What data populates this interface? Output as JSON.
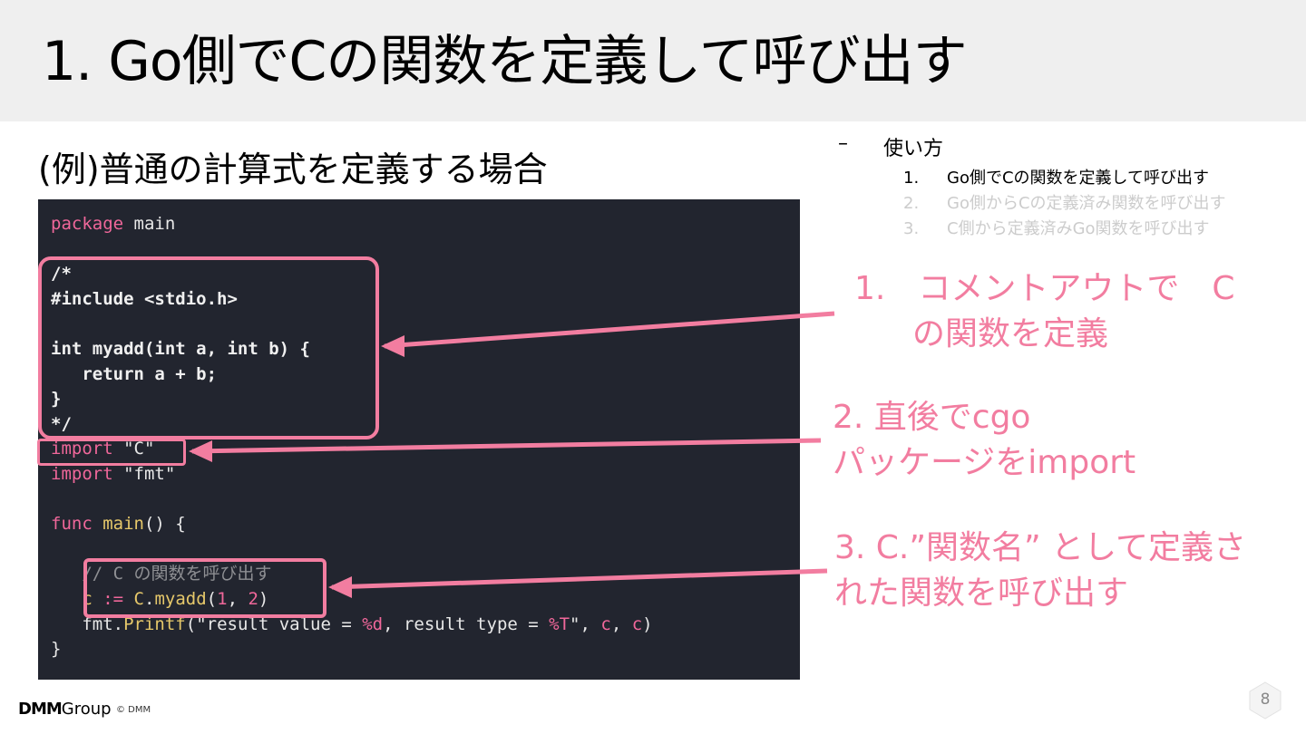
{
  "slide": {
    "title": "1. Go側でCの関数を定義して呼び出す",
    "subtitle": "(例)普通の計算式を定義する場合",
    "page_number": "8"
  },
  "usage": {
    "bullet": "–",
    "heading": "使い方",
    "items": [
      {
        "num": "1.",
        "label": "Go側でCの関数を定義して呼び出す",
        "active": true
      },
      {
        "num": "2.",
        "label": "Go側からCの定義済み関数を呼び出す",
        "active": false
      },
      {
        "num": "3.",
        "label": "C側から定義済みGo関数を呼び出す",
        "active": false
      }
    ]
  },
  "code": {
    "l1_kw": "package",
    "l1_rest": " main",
    "l3": "/*",
    "l4": "#include <stdio.h>",
    "l6": "int myadd(int a, int b) {",
    "l7": "   return a + b;",
    "l8": "}",
    "l9": "*/",
    "l10_kw": "import",
    "l10_str": " \"C\"",
    "l11_kw": "import",
    "l11_str": " \"fmt\"",
    "l13_kw": "func",
    "l13_fn": " main",
    "l13_rest": "() {",
    "l15_cm": "// C の関数を呼び出す",
    "l16_a": "c",
    "l16_b": " := ",
    "l16_c": "C",
    "l16_d": ".",
    "l16_fn": "myadd",
    "l16_e": "(",
    "l16_n1": "1",
    "l16_f": ", ",
    "l16_n2": "2",
    "l16_g": ")",
    "l17_a": "fmt",
    "l17_b": ".",
    "l17_fn": "Printf",
    "l17_c": "(\"result value = ",
    "l17_fmt1": "%d",
    "l17_d": ", result type = ",
    "l17_fmt2": "%T",
    "l17_e": "\", ",
    "l17_v1": "c",
    "l17_f": ", ",
    "l17_v2": "c",
    "l17_g": ")",
    "l18": "}"
  },
  "annotations": {
    "a1_line1": "1.　コメントアウトで　C",
    "a1_line2": "の関数を定義",
    "a2_line1": "2. 直後でcgo",
    "a2_line2": "パッケージをimport",
    "a3_line1": "3. C.”関数名” として定義さ",
    "a3_line2": "れた関数を呼び出す"
  },
  "footer": {
    "logo_a": "DMM",
    "logo_b": "Group",
    "copyright": "© DMM"
  },
  "colors": {
    "accent": "#f27da0",
    "code_bg": "#22252f",
    "header_bg": "#efefef",
    "inactive_text": "#cccccc"
  }
}
